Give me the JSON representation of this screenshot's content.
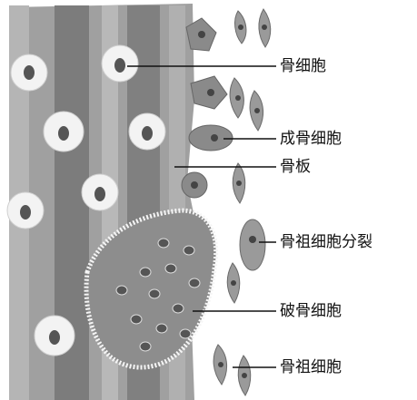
{
  "labels": {
    "osteocyte": "骨细胞",
    "osteoblast": "成骨细胞",
    "bone_lamella": "骨板",
    "osteoprogenitor_dividing": "骨祖细胞分裂",
    "osteoclast": "破骨细胞",
    "osteoprogenitor": "骨祖细胞"
  },
  "colors": {
    "lamella_light": "#a9a9a9",
    "lamella_dark": "#7d7d7d",
    "lacuna": "#f2f2f2",
    "nucleus": "#555555",
    "osteoclast_body": "#8a8a8a",
    "line": "#111111"
  }
}
